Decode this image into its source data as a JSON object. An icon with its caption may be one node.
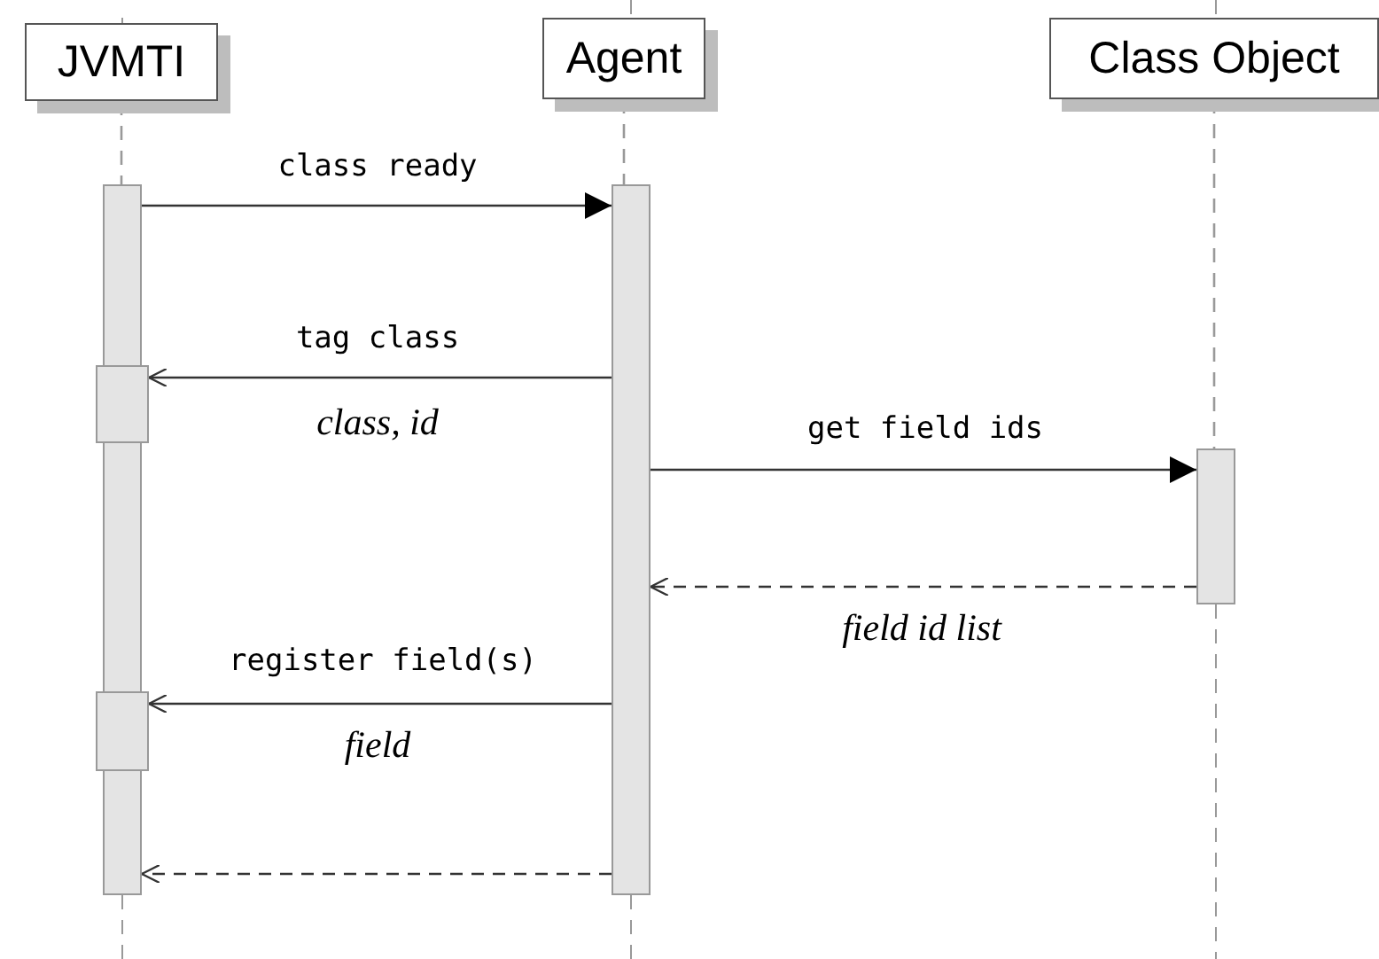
{
  "diagram": {
    "nodes": [
      {
        "text": [
          "JVMTI"
        ]
      },
      {
        "text": [
          "Agent"
        ]
      },
      {
        "text": [
          "Class Object"
        ]
      },
      {
        "text": [],
        "shape": "bar"
      },
      {
        "text": [],
        "shape": "bar"
      },
      {
        "text": [],
        "shape": "bar"
      },
      {
        "text": [],
        "shape": "bar"
      },
      {
        "text": [],
        "shape": "bar"
      }
    ],
    "edges": [
      {
        "from": 0,
        "to": 3,
        "arrow": "none",
        "style": "dashed",
        "color": "#999999"
      },
      {
        "from": 1,
        "to": 4,
        "arrow": "none",
        "style": "dashed",
        "color": "#999999"
      },
      {
        "from": 2,
        "to": 6,
        "arrow": "none",
        "style": "dashed",
        "color": "#999999"
      },
      {
        "from": 3,
        "to": 4,
        "arrow": "to",
        "label": "class ready"
      },
      {
        "from": 4,
        "to": 5,
        "arrow": "to",
        "label": "tag class"
      },
      {
        "from": 4,
        "to": 6,
        "arrow": "to",
        "label": "get field ids"
      },
      {
        "from": 6,
        "to": 4,
        "arrow": "to",
        "label": "field id list",
        "style": "dashed"
      },
      {
        "from": 4,
        "to": 7,
        "arrow": "to",
        "label": "register field(s)"
      },
      {
        "from": 4,
        "to": 3,
        "arrow": "to",
        "style": "dashed"
      }
    ],
    "labels": [
      "class, id",
      "field"
    ]
  }
}
